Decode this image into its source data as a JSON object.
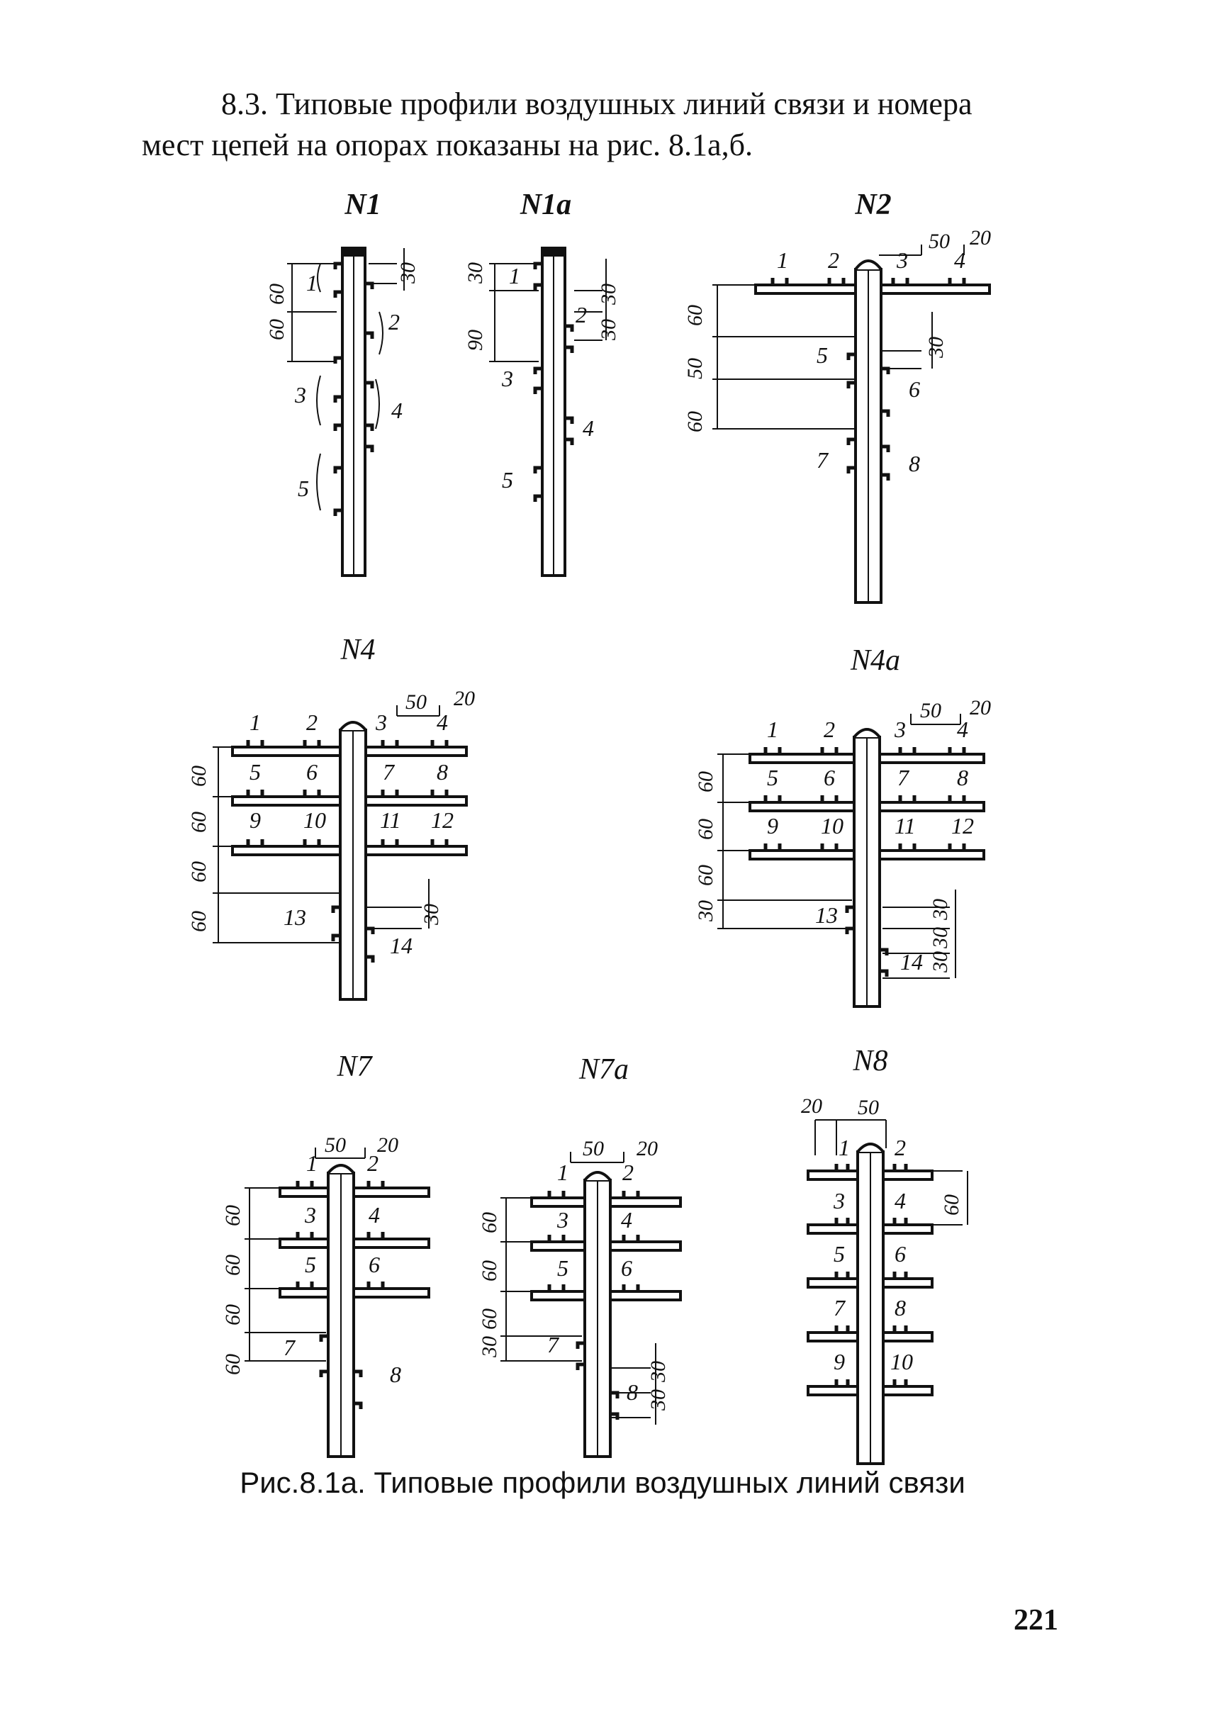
{
  "intro": {
    "line1": "8.3. Типовые профили воздушных линий связи и номера",
    "line2": "мест цепей на опорах показаны на рис. 8.1а,б."
  },
  "profiles": [
    {
      "title": "N1",
      "dims": [
        "60",
        "60",
        "30"
      ],
      "places": [
        "1",
        "2",
        "3",
        "4",
        "5"
      ]
    },
    {
      "title": "N1a",
      "dims": [
        "30",
        "90",
        "30",
        "30"
      ],
      "places": [
        "1",
        "2",
        "3",
        "4",
        "5"
      ]
    },
    {
      "title": "N2",
      "dims": [
        "50",
        "20",
        "60",
        "50",
        "60",
        "30"
      ],
      "places": [
        "1",
        "2",
        "3",
        "4",
        "5",
        "6",
        "7",
        "8"
      ]
    },
    {
      "title": "N4",
      "dims": [
        "50",
        "20",
        "60",
        "60",
        "60",
        "60",
        "30"
      ],
      "places": [
        "1",
        "2",
        "3",
        "4",
        "5",
        "6",
        "7",
        "8",
        "9",
        "10",
        "11",
        "12",
        "13",
        "14"
      ]
    },
    {
      "title": "N4a",
      "dims": [
        "50",
        "20",
        "60",
        "60",
        "60",
        "30",
        "30",
        "30",
        "30"
      ],
      "places": [
        "1",
        "2",
        "3",
        "4",
        "5",
        "6",
        "7",
        "8",
        "9",
        "10",
        "11",
        "12",
        "13",
        "14"
      ]
    },
    {
      "title": "N7",
      "dims": [
        "50",
        "20",
        "60",
        "60",
        "60",
        "60"
      ],
      "places": [
        "1",
        "2",
        "3",
        "4",
        "5",
        "6",
        "7",
        "8"
      ]
    },
    {
      "title": "N7a",
      "dims": [
        "50",
        "20",
        "60",
        "60",
        "60",
        "30",
        "30",
        "30"
      ],
      "places": [
        "1",
        "2",
        "3",
        "4",
        "5",
        "6",
        "7",
        "8"
      ]
    },
    {
      "title": "N8",
      "dims": [
        "20",
        "50",
        "60"
      ],
      "places": [
        "1",
        "2",
        "3",
        "4",
        "5",
        "6",
        "7",
        "8",
        "9",
        "10"
      ]
    }
  ],
  "caption": "Рис.8.1а. Типовые профили воздушных линий связи",
  "page_number": "221",
  "colors": {
    "ink": "#111111",
    "paper": "#ffffff"
  }
}
